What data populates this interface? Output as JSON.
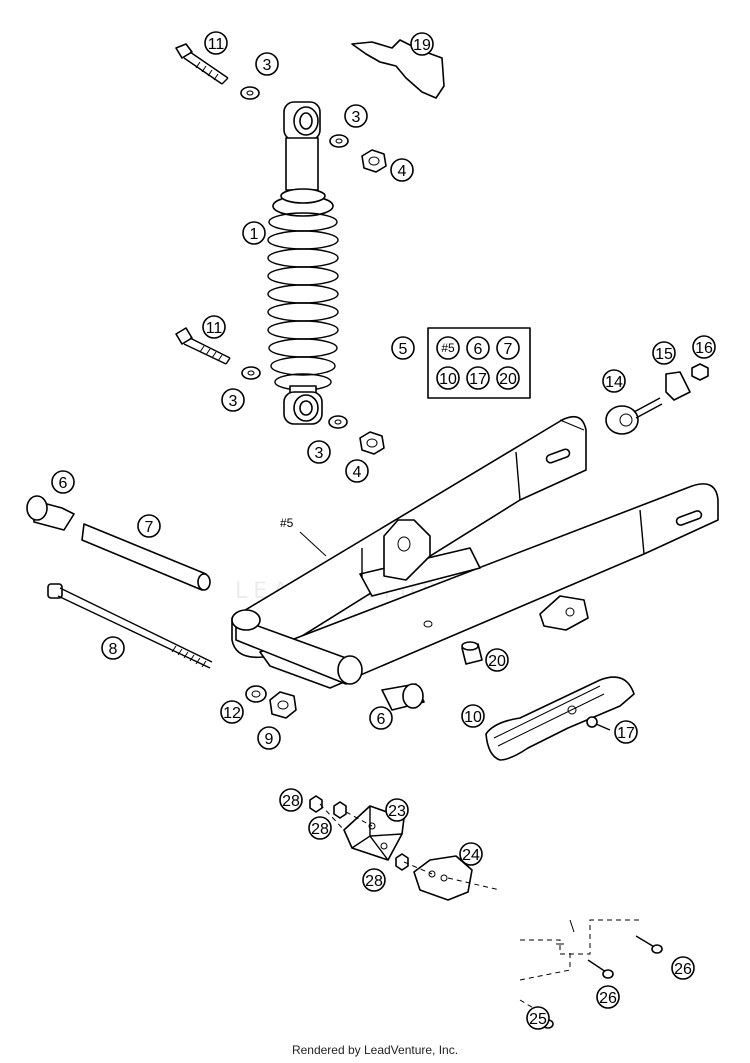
{
  "footer": "Rendered by LeadVenture, Inc.",
  "watermark": "LEADVENTURE",
  "callouts": [
    {
      "id": "c-11-top",
      "label": "11"
    },
    {
      "id": "c-3-top",
      "label": "3"
    },
    {
      "id": "c-19",
      "label": "19"
    },
    {
      "id": "c-3-mid",
      "label": "3"
    },
    {
      "id": "c-4-top",
      "label": "4"
    },
    {
      "id": "c-1",
      "label": "1"
    },
    {
      "id": "c-11-low",
      "label": "11"
    },
    {
      "id": "c-3-low",
      "label": "3"
    },
    {
      "id": "c-3-bot",
      "label": "3"
    },
    {
      "id": "c-4-bot",
      "label": "4"
    },
    {
      "id": "c-5",
      "label": "5"
    },
    {
      "id": "c-14",
      "label": "14"
    },
    {
      "id": "c-15",
      "label": "15"
    },
    {
      "id": "c-16",
      "label": "16"
    },
    {
      "id": "c-6-left",
      "label": "6"
    },
    {
      "id": "c-7",
      "label": "7"
    },
    {
      "id": "c-8",
      "label": "8"
    },
    {
      "id": "c-12",
      "label": "12"
    },
    {
      "id": "c-9",
      "label": "9"
    },
    {
      "id": "c-6-right",
      "label": "6"
    },
    {
      "id": "c-20",
      "label": "20"
    },
    {
      "id": "c-10",
      "label": "10"
    },
    {
      "id": "c-17",
      "label": "17"
    },
    {
      "id": "c-28-a",
      "label": "28"
    },
    {
      "id": "c-28-b",
      "label": "28"
    },
    {
      "id": "c-23",
      "label": "23"
    },
    {
      "id": "c-24",
      "label": "24"
    },
    {
      "id": "c-28-c",
      "label": "28"
    },
    {
      "id": "c-26-a",
      "label": "26"
    },
    {
      "id": "c-26-b",
      "label": "26"
    },
    {
      "id": "c-25",
      "label": "25"
    }
  ],
  "kit_box": {
    "labels": [
      "#5",
      "6",
      "7",
      "10",
      "17",
      "20"
    ]
  },
  "swingarm_label": "#5"
}
